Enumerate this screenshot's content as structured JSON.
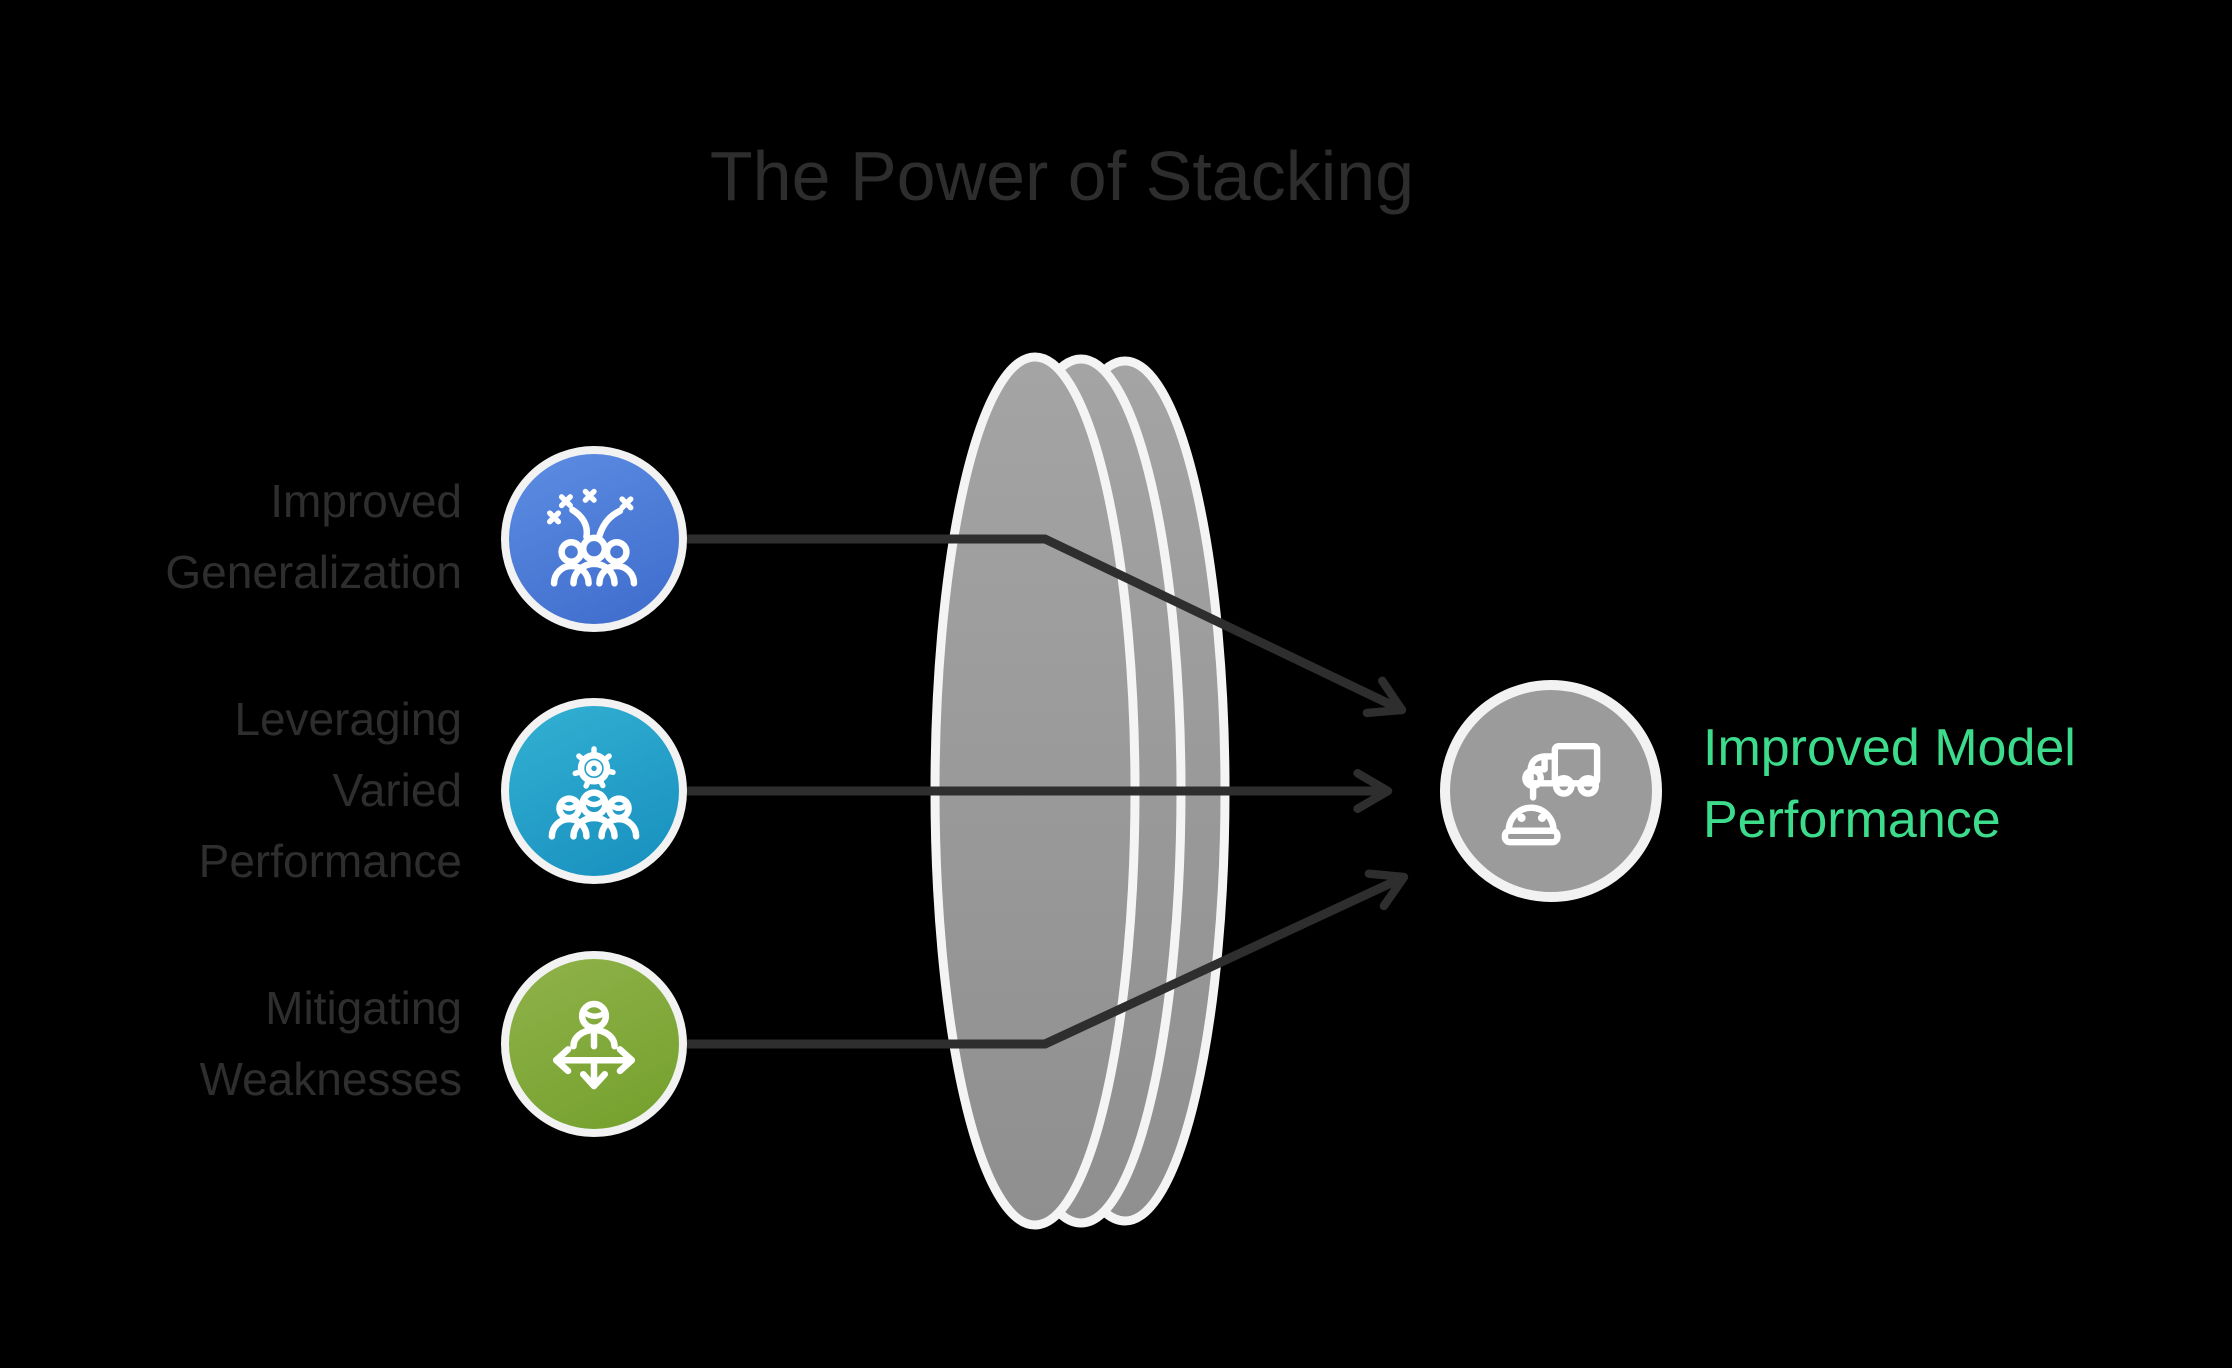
{
  "title": "The Power of Stacking",
  "inputs": [
    {
      "id": "improved-generalization",
      "label_lines": [
        "Improved",
        "Generalization"
      ],
      "icon": "celebration-team-icon",
      "circle_color_top": "#5c8de2",
      "circle_color_bottom": "#3e6bcc"
    },
    {
      "id": "leveraging-varied-performance",
      "label_lines": [
        "Leveraging",
        "Varied",
        "Performance"
      ],
      "icon": "team-gear-icon",
      "circle_color_top": "#33b0d3",
      "circle_color_bottom": "#178fbe"
    },
    {
      "id": "mitigating-weaknesses",
      "label_lines": [
        "Mitigating",
        "Weaknesses"
      ],
      "icon": "person-directions-icon",
      "circle_color_top": "#90b24a",
      "circle_color_bottom": "#73a02c"
    }
  ],
  "lens": {
    "description": "stacked-lens",
    "layer_count": 3
  },
  "output": {
    "label_lines": [
      "Improved Model",
      "Performance"
    ],
    "icon": "robot-delivery-icon"
  },
  "colors": {
    "background": "#000000",
    "title_text": "#2d2d2d",
    "label_text": "#2e2e2e",
    "arrow": "#2e2e2e",
    "lens_top": "#a4a4a4",
    "lens_bottom": "#8f8f8f",
    "lens_stroke": "#f4f4f4",
    "ring": "#f2f2f2",
    "node1_top": "#5c8de2",
    "node1_bottom": "#3e6bcc",
    "node2_top": "#33b0d3",
    "node2_bottom": "#178fbe",
    "node3_top": "#90b24a",
    "node3_bottom": "#73a02c",
    "result_fill": "#9b9b9b",
    "result_text": "#3ddc8d",
    "icon_stroke": "#ffffff"
  }
}
